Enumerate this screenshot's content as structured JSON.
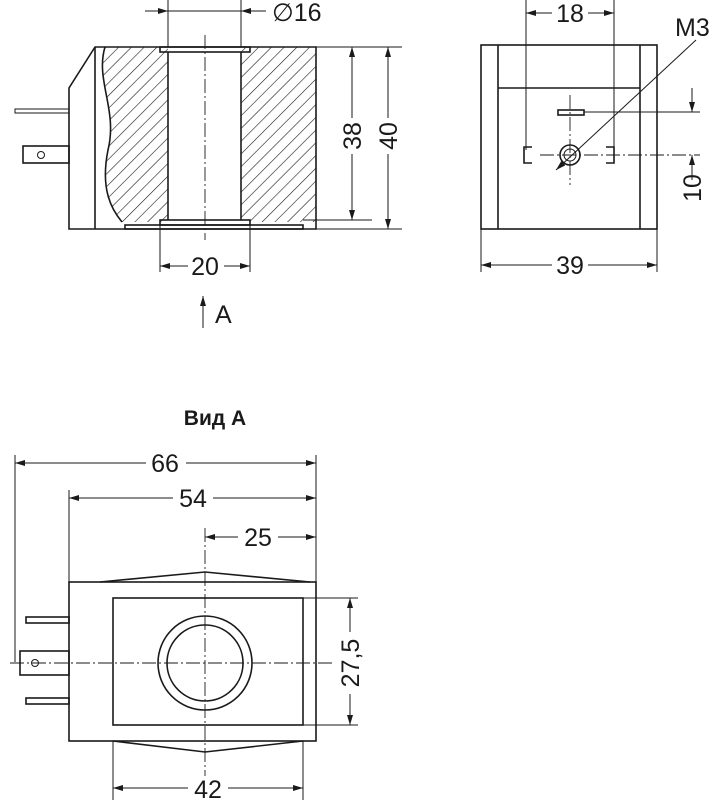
{
  "dimensions": {
    "bore_diameter": "∅16",
    "height_inner": "38",
    "height_total": "40",
    "flange_width": "20",
    "top_width": "18",
    "thread": "M3",
    "offset": "10",
    "side_width": "39",
    "overall_length": "66",
    "body_length": "54",
    "center_offset": "25",
    "body_height": "27,5",
    "base_width": "42"
  },
  "labels": {
    "view_arrow": "A",
    "view_title": "Вид А"
  }
}
